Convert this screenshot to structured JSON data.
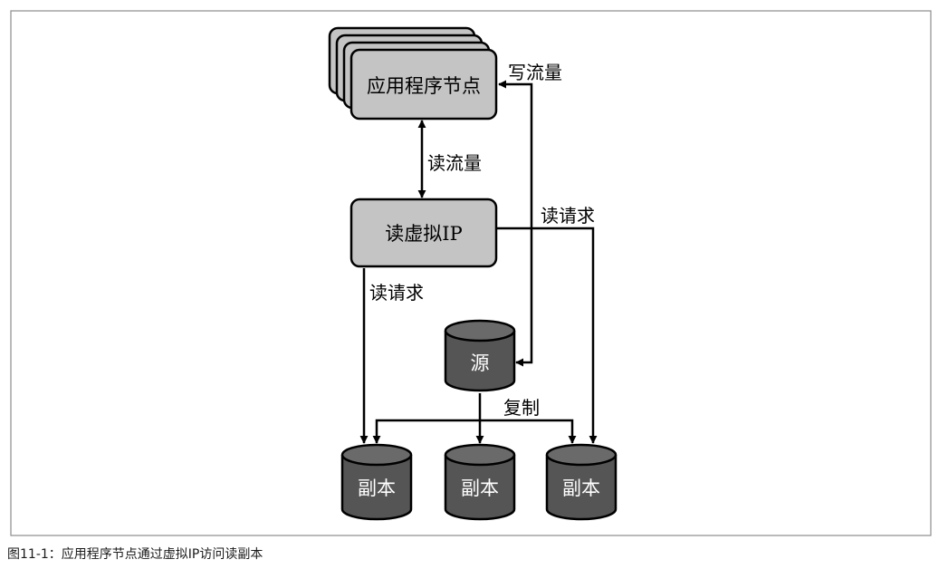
{
  "diagram": {
    "app_nodes_label": "应用程序节点",
    "read_vip_label": "读虚拟IP",
    "source_label": "源",
    "replica_labels": [
      "副本",
      "副本",
      "副本"
    ],
    "write_traffic_label": "写流量",
    "read_traffic_label": "读流量",
    "read_request_left_label": "读请求",
    "read_request_right_label": "读请求",
    "replication_label": "复制"
  },
  "caption": "图11-1：应用程序节点通过虚拟IP访问读副本",
  "colors": {
    "node_fill": "#c4c4c4",
    "db_fill": "#555555",
    "db_top": "#6a6a6a",
    "stroke": "#000000",
    "frame": "#8c8c8c"
  }
}
